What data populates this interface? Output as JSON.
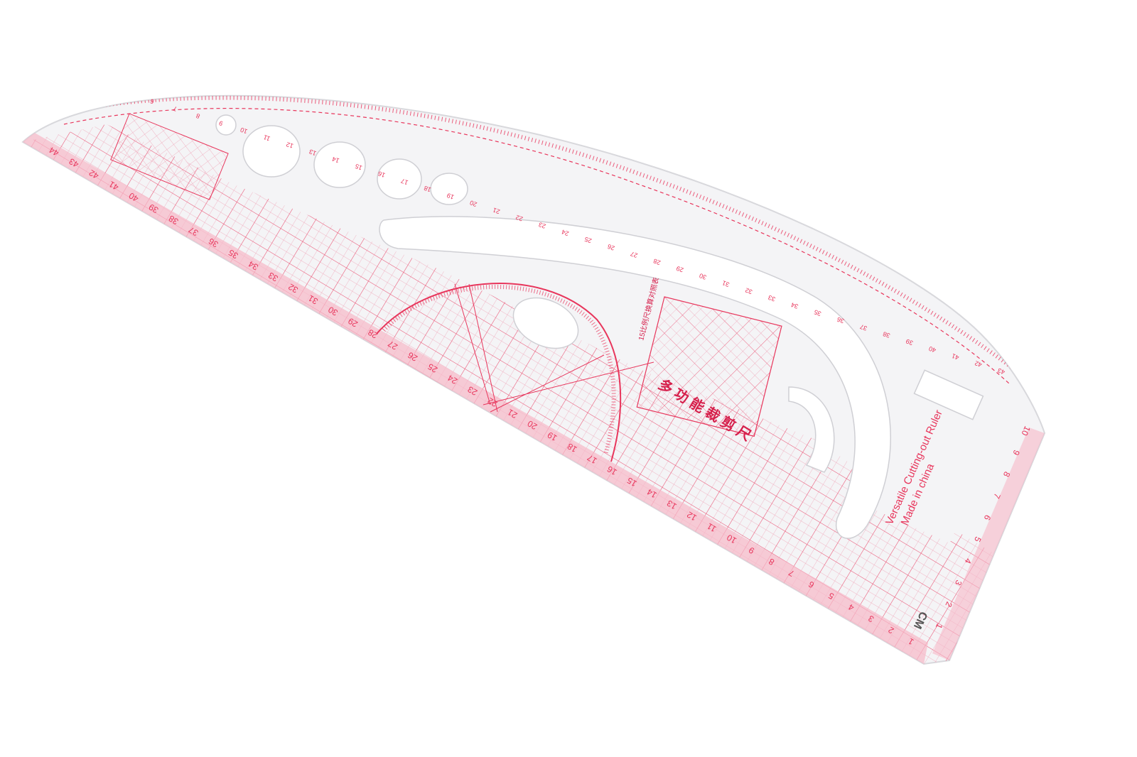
{
  "photo": {
    "background_color": "#ffffff",
    "ruler_tint": "#f3f3f5",
    "ink_color": "#e8365c"
  },
  "ruler": {
    "label_line1": "Versatile Cutting-out Ruler",
    "label_line2": "Made in china",
    "chinese_title": "多 功 能 裁 剪 尺",
    "unit_mark": "CM",
    "bottom_edge_numbers": [
      "1",
      "2",
      "3",
      "4",
      "5",
      "6",
      "7",
      "8",
      "9",
      "10",
      "11",
      "12",
      "13",
      "14",
      "15",
      "16",
      "17",
      "18",
      "19",
      "20",
      "21",
      "22",
      "23",
      "24",
      "25",
      "26",
      "27",
      "28",
      "29",
      "30",
      "31",
      "32",
      "33",
      "34",
      "35",
      "36",
      "37",
      "38",
      "39",
      "40",
      "41",
      "42",
      "43",
      "44"
    ],
    "top_edge_numbers": [
      "6",
      "7",
      "8",
      "9",
      "10",
      "11",
      "12",
      "13",
      "14",
      "15",
      "16",
      "17",
      "18",
      "19",
      "20",
      "21",
      "22",
      "23",
      "24",
      "25",
      "26",
      "27",
      "28",
      "29",
      "30",
      "31",
      "32",
      "33",
      "34",
      "35",
      "36",
      "37",
      "38",
      "39",
      "40",
      "41",
      "42",
      "43"
    ],
    "right_edge_numbers": [
      "1",
      "2",
      "3",
      "4",
      "5",
      "6",
      "7",
      "8",
      "9",
      "10"
    ],
    "seam_table_title": "15比例尺换算对照表"
  }
}
